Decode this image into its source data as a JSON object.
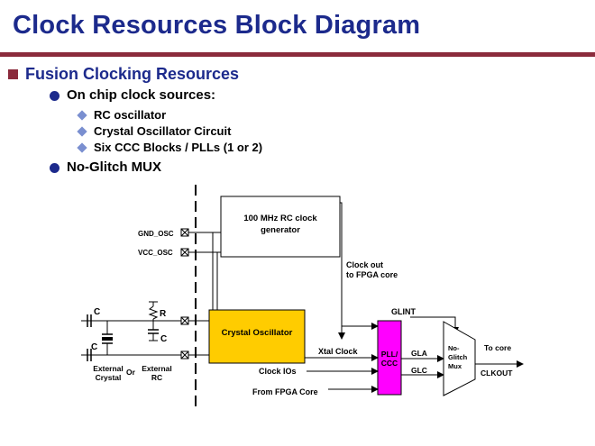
{
  "title": "Clock Resources Block Diagram",
  "bullet_l1": "Fusion Clocking Resources",
  "bullet_l2a": "On chip clock sources:",
  "sub_items": [
    "RC oscillator",
    "Crystal Oscillator Circuit",
    "Six CCC Blocks / PLLs (1 or 2)"
  ],
  "bullet_l2b": "No-Glitch MUX",
  "diagram": {
    "rc_box_line1": "100 MHz RC clock",
    "rc_box_line2": "generator",
    "gnd_osc": "GND_OSC",
    "vcc_osc": "VCC_OSC",
    "clock_out_line1": "Clock out",
    "clock_out_line2": "to FPGA core",
    "glint": "GLINT",
    "crystal_osc": "Crystal Oscillator",
    "xtal_clock": "Xtal Clock",
    "pll_line1": "PLL/",
    "pll_line2": "CCC",
    "gla": "GLA",
    "glc": "GLC",
    "mux_line1": "No-",
    "mux_line2": "Glitch",
    "mux_line3": "Mux",
    "to_core": "To core",
    "clkout": "CLKOUT",
    "clock_ios": "Clock IOs",
    "from_fpga_core": "From FPGA Core",
    "cap_c_top": "C",
    "cap_c_bottom": "C",
    "res_r": "R",
    "cap_c_rc": "C",
    "ext_crystal_line1": "External",
    "ext_crystal_line2": "Crystal",
    "or": "Or",
    "ext_rc_line1": "External",
    "ext_rc_line2": "RC"
  },
  "colors": {
    "title": "#1c2a8c",
    "rule": "#8b2b3c",
    "crystal_fill": "#ffcc00",
    "pll_fill": "#ff00ff"
  }
}
